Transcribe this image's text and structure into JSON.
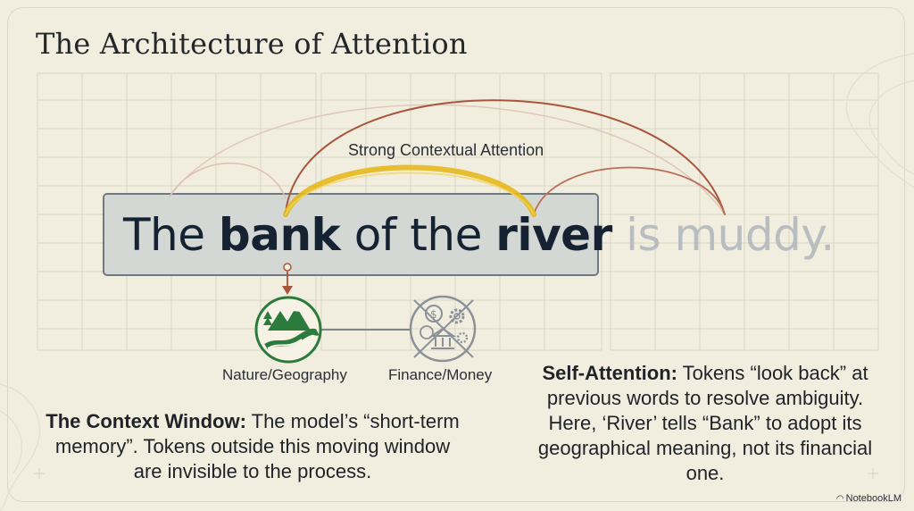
{
  "slide": {
    "title": "The Architecture of Attention",
    "sentence": {
      "w1": "The",
      "w2": "bank",
      "w3": "of the",
      "w4": "river",
      "w5": "is muddy."
    },
    "attention_label": "Strong Contextual Attention",
    "categories": {
      "nature": "Nature/Geography",
      "finance": "Finance/Money"
    },
    "context_window": {
      "heading": "The Context Window:",
      "body": " The model’s “short-term memory”. Tokens outside this moving window are invisible to the process."
    },
    "self_attention": {
      "heading": "Self-Attention:",
      "body": " Tokens “look back” at previous words to resolve ambiguity. Here, ‘River’ tells “Bank” to adopt its geographical meaning, not its financial one."
    },
    "brand": "NotebookLM",
    "colors": {
      "background": "#f1eedf",
      "accent_yellow": "#e4b81c",
      "arc_brown": "#a8553a",
      "nature_green": "#2c7a3c",
      "muted_gray": "#8a9198"
    }
  }
}
